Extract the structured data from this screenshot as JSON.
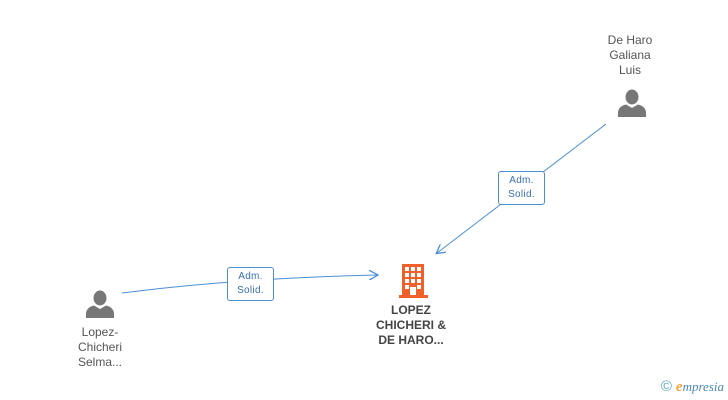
{
  "colors": {
    "edge": "#4a8fd6",
    "person_icon": "#777777",
    "company_icon": "#f0602a",
    "brand_e": "#f2a33a",
    "brand_text": "#4b86b4"
  },
  "nodes": {
    "person_top": {
      "name_lines": [
        "De Haro",
        "Galiana",
        "Luis"
      ],
      "icon": "person-icon"
    },
    "person_left": {
      "name_lines": [
        "Lopez-",
        "Chicheri",
        "Selma..."
      ],
      "icon": "person-icon"
    },
    "company": {
      "name_lines": [
        "LOPEZ",
        "CHICHERI &",
        "DE HARO..."
      ],
      "icon": "building-icon"
    }
  },
  "edges": [
    {
      "from": "person_top",
      "to": "company",
      "label_lines": [
        "Adm.",
        "Solid."
      ]
    },
    {
      "from": "person_left",
      "to": "company",
      "label_lines": [
        "Adm.",
        "Solid."
      ]
    }
  ],
  "watermark": {
    "copyright": "©",
    "brand_initial": "e",
    "brand_rest": "mpresia"
  }
}
